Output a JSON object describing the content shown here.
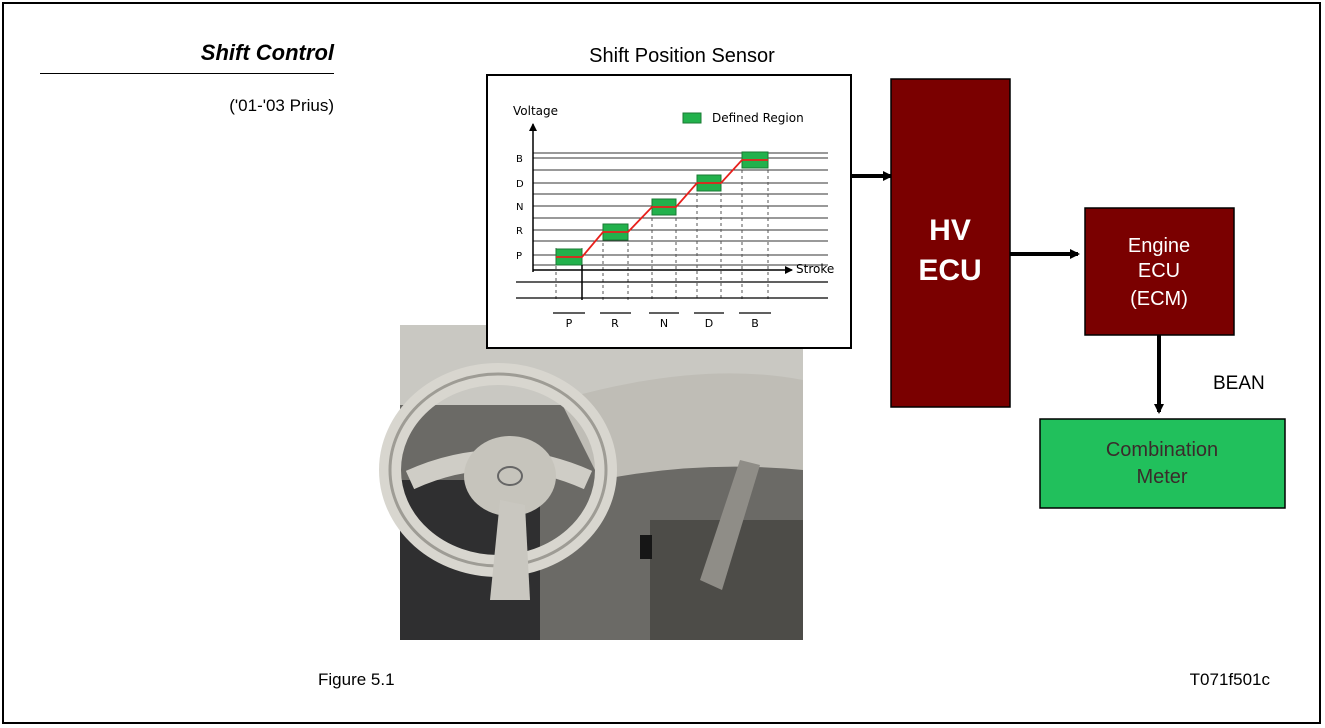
{
  "header": {
    "title": "Shift Control",
    "subtitle": "('01-'03 Prius)"
  },
  "diagram": {
    "sensor_title": "Shift Position Sensor",
    "graph": {
      "y_axis_label": "Voltage",
      "x_axis_label": "Stroke",
      "legend_label": "Defined Region",
      "y_ticks": [
        "B",
        "D",
        "N",
        "R",
        "P"
      ],
      "positions": [
        "P",
        "R",
        "N",
        "D",
        "B"
      ]
    },
    "hv_ecu_label": [
      "HV",
      "ECU"
    ],
    "engine_ecu_label": [
      "Engine",
      "ECU",
      "(ECM)"
    ],
    "bus_label": "BEAN",
    "meter_label": [
      "Combination",
      "Meter"
    ],
    "colors": {
      "ecu_fill": "#7a0000",
      "meter_fill": "#21c05c",
      "defined_region": "#22b14c",
      "voltage_line": "#e8201c"
    }
  },
  "footer": {
    "figure_label": "Figure 5.1",
    "figure_code": "T071f501c"
  }
}
